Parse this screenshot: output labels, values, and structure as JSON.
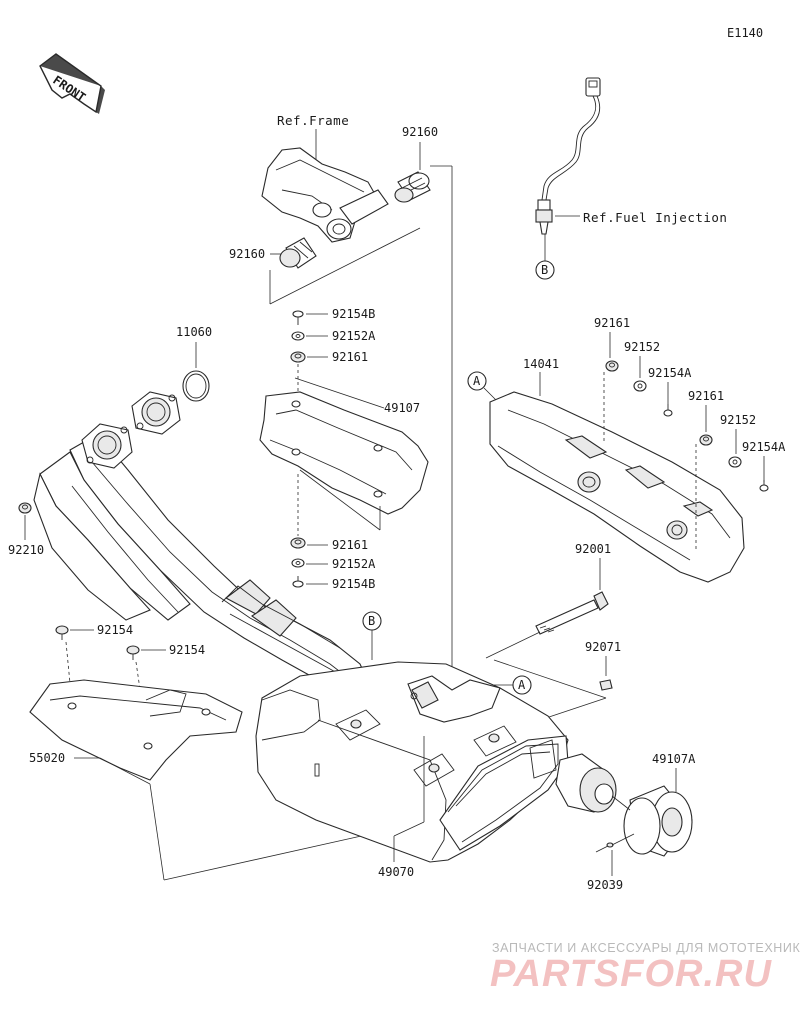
{
  "diagram_code": "E1140",
  "front_label": "FRONT",
  "refs": {
    "frame": "Ref.Frame",
    "fuel_injection": "Ref.Fuel Injection"
  },
  "callouts": {
    "a_top": "A",
    "a_bottom": "A",
    "b_top": "B",
    "b_bottom": "B"
  },
  "parts": {
    "p92160_top": "92160",
    "p92160_left": "92160",
    "p92154B_top": "92154B",
    "p92152A_top": "92152A",
    "p92161_top": "92161",
    "p11060": "11060",
    "p49107": "49107",
    "p92161_bottom": "92161",
    "p92152A_bottom": "92152A",
    "p92154B_bottom": "92154B",
    "p92210": "92210",
    "p14041": "14041",
    "p92161_r1": "92161",
    "p92152_r1": "92152",
    "p92154A_r1": "92154A",
    "p92161_r2": "92161",
    "p92152_r2": "92152",
    "p92154A_r2": "92154A",
    "p92001": "92001",
    "p92071": "92071",
    "p92154_a": "92154",
    "p92154_b": "92154",
    "p55020": "55020",
    "p49107A": "49107A",
    "p49070": "49070",
    "p92039": "92039"
  },
  "watermark": {
    "tagline": "ЗАПЧАСТИ И АКСЕССУАРЫ ДЛЯ МОТОТЕХНИКИ",
    "brand": "PARTSFOR.RU"
  }
}
